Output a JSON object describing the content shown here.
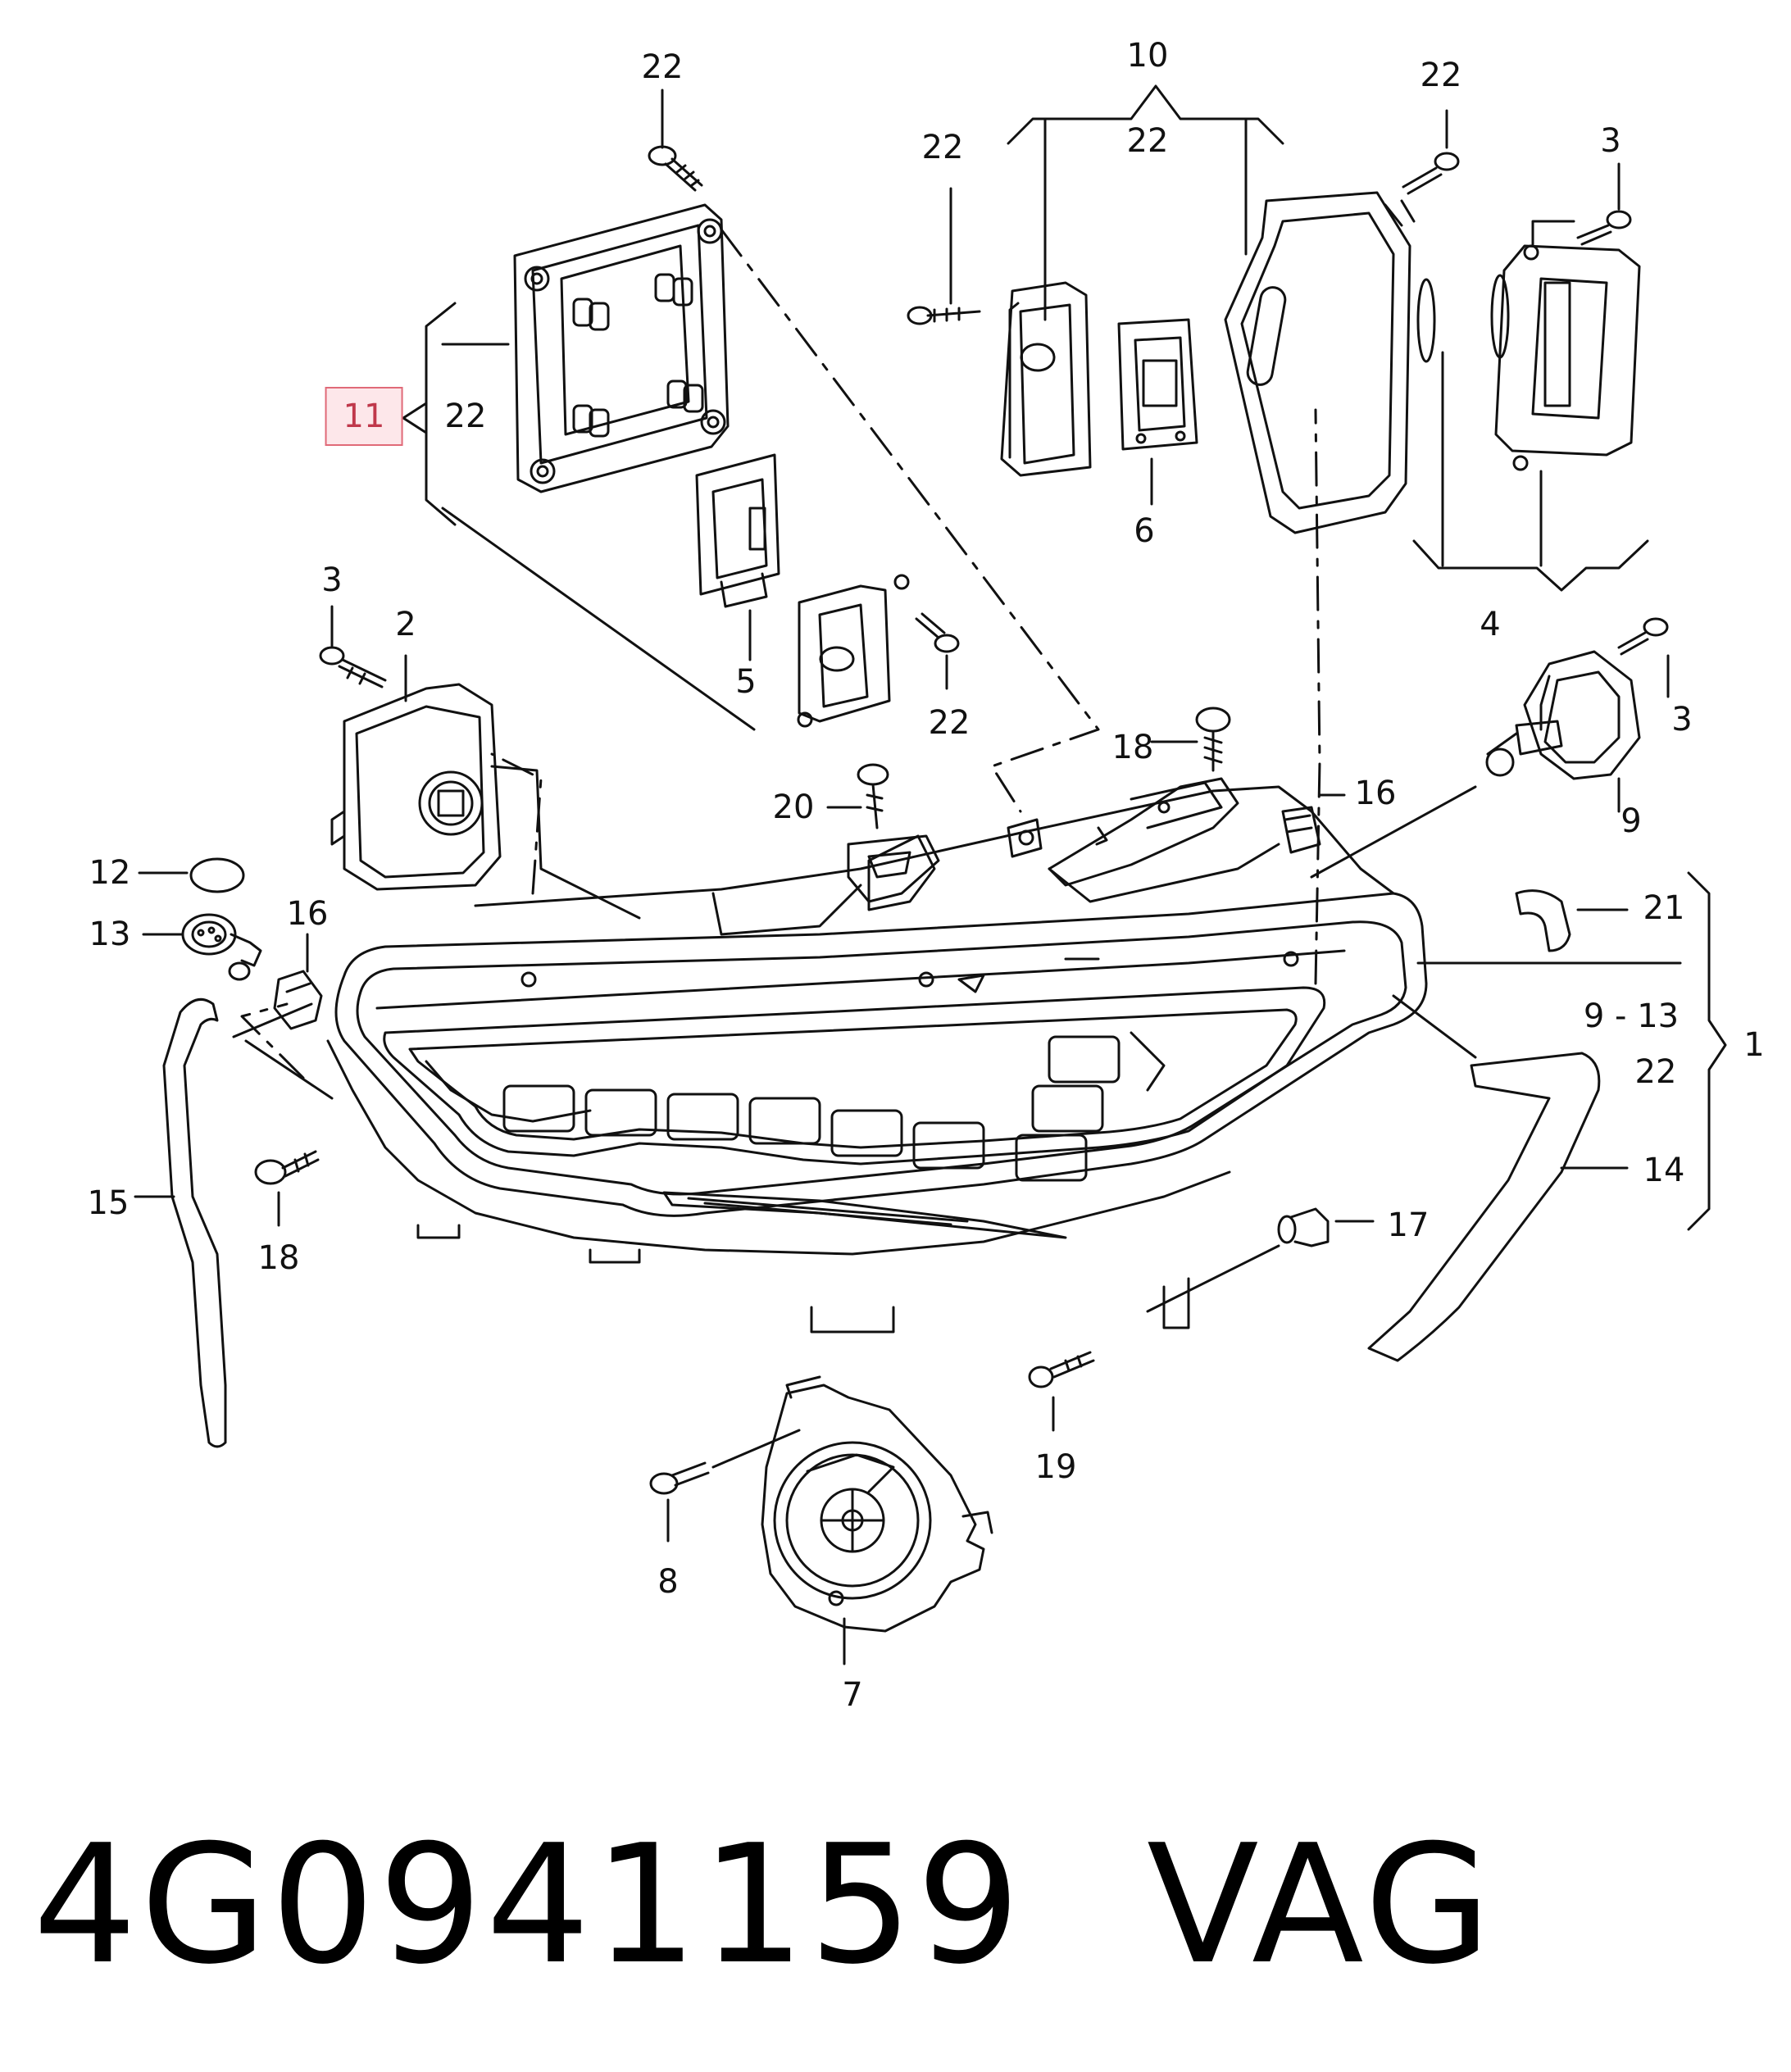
{
  "diagram": {
    "callouts": {
      "c22_top": "22",
      "c10": "10",
      "c22_bracket10": "22",
      "c22_left10": "22",
      "c22_right_top": "22",
      "c3_top": "3",
      "c11": "11",
      "c22_11": "22",
      "c6": "6",
      "c4": "4",
      "c5": "5",
      "c22_mid": "22",
      "c3_left": "3",
      "c2": "2",
      "c3_right": "3",
      "c9": "9",
      "c18_top": "18",
      "c16_top": "16",
      "c20": "20",
      "c12": "12",
      "c13": "13",
      "c16_left": "16",
      "c21": "21",
      "c9_13": "9 - 13",
      "c1": "1",
      "c22_bracket1": "22",
      "c14": "14",
      "c15": "15",
      "c18_left": "18",
      "c17": "17",
      "c19": "19",
      "c8": "8",
      "c7": "7"
    },
    "highlight_color": "#e06a78"
  },
  "footer": {
    "part_number": "4G0941159",
    "brand": "VAG"
  }
}
